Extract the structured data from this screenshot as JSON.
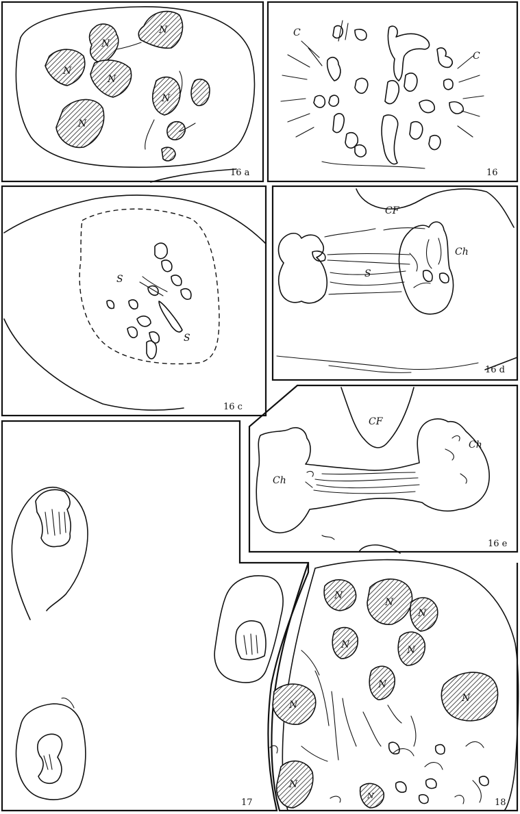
{
  "figures": {
    "f16a": {
      "number": "16 a",
      "labels": {
        "n": "N"
      }
    },
    "f16": {
      "number": "16",
      "labels": {
        "c": "C"
      }
    },
    "f16c": {
      "number": "16 c",
      "labels": {
        "s": "S"
      }
    },
    "f16d": {
      "number": "16 d",
      "labels": {
        "cf": "CF",
        "ch": "Ch",
        "s": "S"
      }
    },
    "f16e": {
      "number": "16 e",
      "labels": {
        "cf": "CF",
        "ch": "Ch"
      }
    },
    "f17": {
      "number": "17"
    },
    "f18": {
      "number": "18",
      "labels": {
        "n": "N"
      }
    }
  }
}
